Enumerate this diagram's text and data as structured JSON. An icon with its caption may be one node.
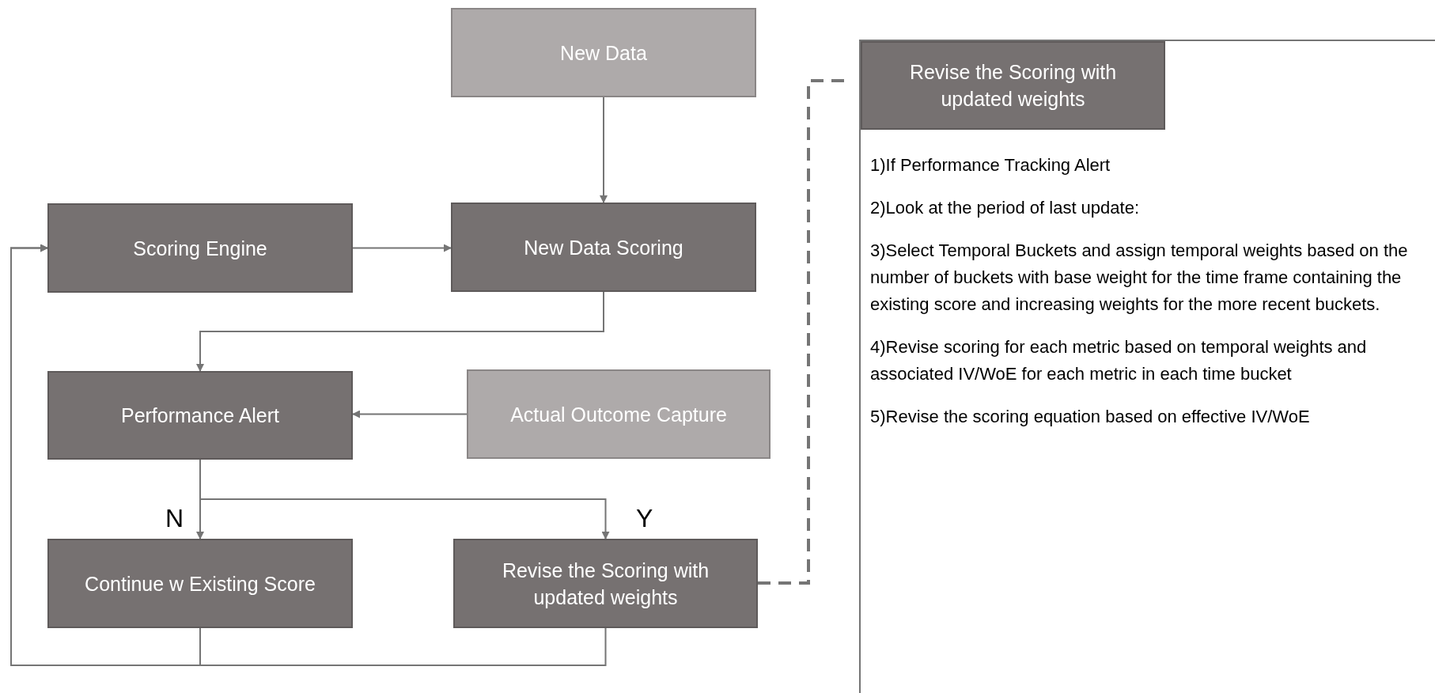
{
  "diagram": {
    "nodes": [
      {
        "text": [
          "New Data"
        ]
      },
      {
        "text": [
          "Scoring Engine"
        ]
      },
      {
        "text": [
          "New Data Scoring"
        ]
      },
      {
        "text": [
          "Performance Alert"
        ]
      },
      {
        "text": [
          "Actual Outcome Capture"
        ]
      },
      {
        "text": [
          "Continue w Existing Score"
        ]
      },
      {
        "text": [
          "Revise the Scoring with updated weights"
        ]
      },
      {
        "text": [
          "1)If Performance Tracking Alert",
          "2)Look at the period of last update:",
          "3)Select Temporal Buckets and assign temporal weights based on the number of buckets with base weight for the time frame containing the existing score and increasing weights for the more recent buckets.",
          "4)Revise scoring for each metric based on temporal weights and associated IV/WoE for each metric in each time bucket",
          "5)Revise the scoring equation based on effective IV/WoE"
        ]
      },
      {
        "text": [
          "Revise the Scoring with updated weights"
        ],
        "in": 7
      }
    ],
    "edges": [
      {
        "from": 0,
        "to": 2,
        "arrow": "to"
      },
      {
        "from": 1,
        "to": 2,
        "arrow": "to"
      },
      {
        "from": 2,
        "to": 3,
        "arrow": "to"
      },
      {
        "from": 4,
        "to": 3,
        "arrow": "to"
      },
      {
        "from": 3,
        "to": 5,
        "arrow": "to",
        "label": "N"
      },
      {
        "from": 3,
        "to": 6,
        "arrow": "to",
        "label": "Y"
      },
      {
        "from": 5,
        "to": 1,
        "arrow": "to"
      },
      {
        "from": 6,
        "to": 1,
        "arrow": "to"
      },
      {
        "from": 6,
        "to": 8,
        "arrow": "none",
        "style": "dashed"
      }
    ]
  }
}
